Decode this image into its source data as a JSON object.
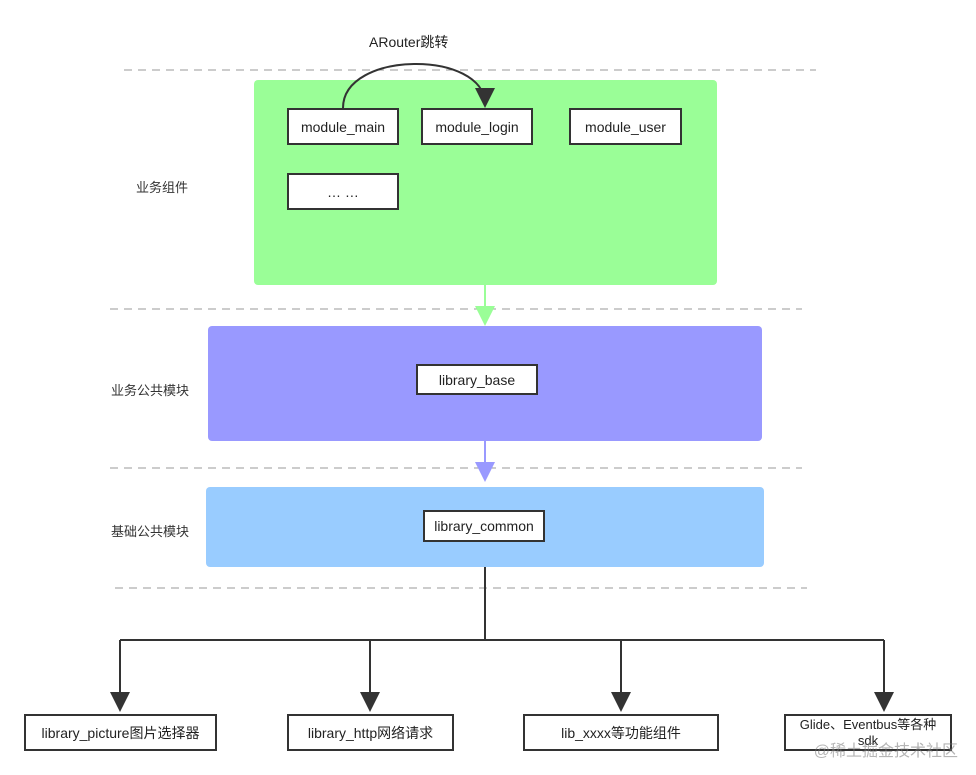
{
  "top_caption": "ARouter跳转",
  "layers": {
    "business": {
      "label": "业务组件",
      "color": "#9afe97"
    },
    "business_common": {
      "label": "业务公共模块",
      "color": "#9999ff"
    },
    "base_common": {
      "label": "基础公共模块",
      "color": "#99ccff"
    }
  },
  "modules": {
    "module_main": "module_main",
    "module_login": "module_login",
    "module_user": "module_user",
    "more": "… …",
    "library_base": "library_base",
    "library_common": "library_common"
  },
  "leaves": [
    {
      "label": "library_picture图片选择器"
    },
    {
      "label": "library_http网络请求"
    },
    {
      "label": "lib_xxxx等功能组件"
    },
    {
      "label": "Glide、Eventbus等各种sdk"
    }
  ],
  "watermark": "@稀土掘金技术社区"
}
